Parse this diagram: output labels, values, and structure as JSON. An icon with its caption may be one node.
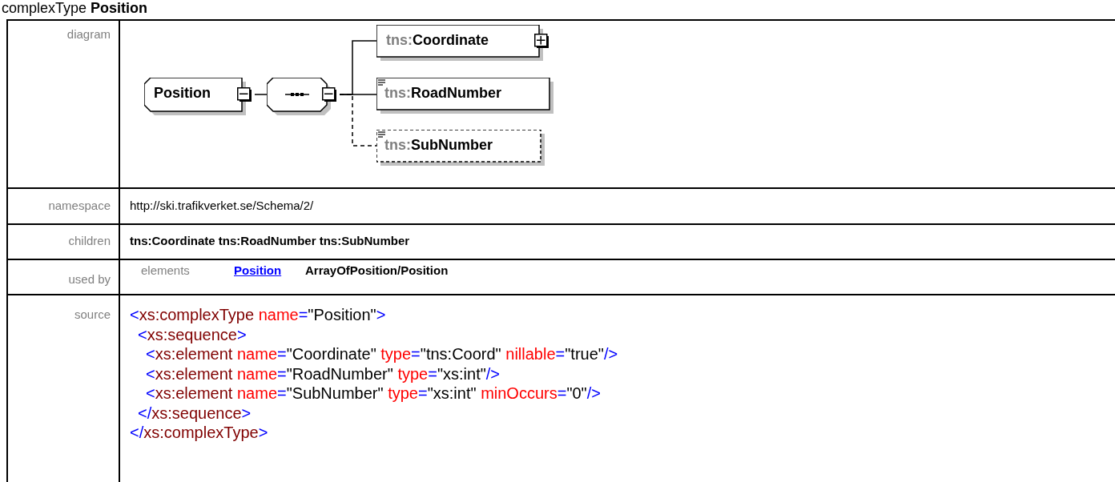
{
  "diagram": {
    "title": "complexType **Position**",
    "nodes": [
      {
        "text": [
          "Position"
        ]
      },
      {
        "text": [],
        "shape": "octagon"
      },
      {
        "text": [
          "tns:Coordinate"
        ]
      },
      {
        "text": [
          "tns:RoadNumber"
        ]
      },
      {
        "text": [
          "tns:SubNumber"
        ]
      }
    ],
    "edges": [
      {
        "from": 0,
        "to": 1,
        "arrow": "none"
      },
      {
        "from": 1,
        "to": 2,
        "arrow": "none"
      },
      {
        "from": 1,
        "to": 3,
        "arrow": "none"
      },
      {
        "from": 1,
        "to": 4,
        "arrow": "none",
        "style": "dashed"
      }
    ],
    "labels": [
      "diagram",
      "namespace",
      "http://ski.trafikverket.se/Schema/2/",
      "children",
      "tns:Coordinate tns:RoadNumber tns:SubNumber",
      "used by",
      "elements",
      "Position",
      "ArrayOfPosition/Position",
      "source",
      "<xs:complexType name=\"Position\">",
      "<xs:sequence>",
      "<xs:element name=\"Coordinate\" type=\"tns:Coord\" nillable=\"true\"/>",
      "<xs:element name=\"RoadNumber\" type=\"xs:int\"/>",
      "<xs:element name=\"SubNumber\" type=\"xs:int\" minOccurs=\"0\"/>",
      "</xs:sequence>",
      "</xs:complexType>"
    ]
  }
}
